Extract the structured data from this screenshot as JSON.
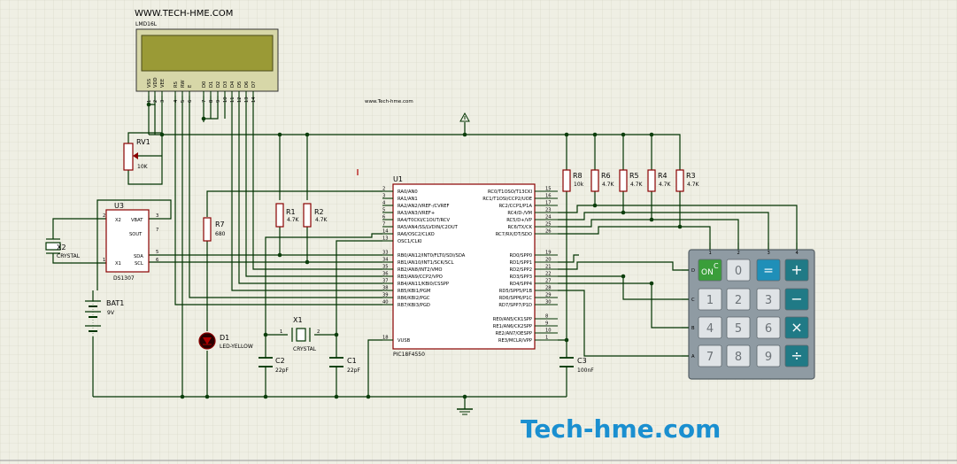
{
  "header": {
    "site": "WWW.TECH-HME.COM",
    "mid_url": "www.Tech-hme.com",
    "brand": "Tech-hme.com"
  },
  "lcd": {
    "ref": "LMD16L",
    "pins": [
      "VSS",
      "VDD",
      "VEE",
      "RS",
      "RW",
      "E",
      "D0",
      "D1",
      "D2",
      "D3",
      "D4",
      "D5",
      "D6",
      "D7"
    ],
    "pin_nums": [
      "1",
      "2",
      "3",
      "4",
      "5",
      "6",
      "7",
      "8",
      "9",
      "10",
      "11",
      "12",
      "13",
      "14"
    ]
  },
  "rv1": {
    "ref": "RV1",
    "value": "10K"
  },
  "u3": {
    "ref": "U3",
    "part": "DS1307",
    "pins": [
      "X2",
      "VBAT",
      "SOUT",
      "SDA",
      "X1",
      "SCL"
    ],
    "pin_nums": [
      "2",
      "3",
      "7",
      "5",
      "1",
      "6"
    ]
  },
  "x2": {
    "ref": "X2",
    "value": "CRYSTAL"
  },
  "bat1": {
    "ref": "BAT1",
    "value": "9V"
  },
  "r7": {
    "ref": "R7",
    "value": "680"
  },
  "d1": {
    "ref": "D1",
    "value": "LED-YELLOW"
  },
  "r1": {
    "ref": "R1",
    "value": "4.7K"
  },
  "r2": {
    "ref": "R2",
    "value": "4.7K"
  },
  "u1": {
    "ref": "U1",
    "part": "PIC18F4550",
    "left": [
      {
        "n": "2",
        "l": "RA0/AN0"
      },
      {
        "n": "3",
        "l": "RA1/AN1"
      },
      {
        "n": "4",
        "l": "RA2/AN2/VREF-/CVREF"
      },
      {
        "n": "5",
        "l": "RA3/AN3/VREF+"
      },
      {
        "n": "6",
        "l": "RA4/T0CKI/C1OUT/RCV"
      },
      {
        "n": "7",
        "l": "RA5/AN4/SS/LVDIN/C2OUT"
      },
      {
        "n": "14",
        "l": "RA6/OSC2/CLKO"
      },
      {
        "n": "13",
        "l": "OSC1/CLKI"
      },
      {
        "n": "33",
        "l": "RB0/AN12/INT0/FLT0/SDI/SDA"
      },
      {
        "n": "34",
        "l": "RB1/AN10/INT1/SCK/SCL"
      },
      {
        "n": "35",
        "l": "RB2/AN8/INT2/VMO"
      },
      {
        "n": "36",
        "l": "RB3/AN9/CCP2/VPO"
      },
      {
        "n": "37",
        "l": "RB4/AN11/KBI0/CSSPP"
      },
      {
        "n": "38",
        "l": "RB5/KBI1/PGM"
      },
      {
        "n": "39",
        "l": "RB6/KBI2/PGC"
      },
      {
        "n": "40",
        "l": "RB7/KBI3/PGD"
      },
      {
        "n": "18",
        "l": "VUSB"
      }
    ],
    "right": [
      {
        "n": "15",
        "l": "RC0/T1OSO/T13CKI"
      },
      {
        "n": "16",
        "l": "RC1/T1OSI/CCP2/UOE"
      },
      {
        "n": "17",
        "l": "RC2/CCP1/P1A"
      },
      {
        "n": "23",
        "l": "RC4/D-/VM"
      },
      {
        "n": "24",
        "l": "RC5/D+/VP"
      },
      {
        "n": "25",
        "l": "RC6/TX/CK"
      },
      {
        "n": "26",
        "l": "RC7/RX/DT/SDO"
      },
      {
        "n": "19",
        "l": "RD0/SPP0"
      },
      {
        "n": "20",
        "l": "RD1/SPP1"
      },
      {
        "n": "21",
        "l": "RD2/SPP2"
      },
      {
        "n": "22",
        "l": "RD3/SPP3"
      },
      {
        "n": "27",
        "l": "RD4/SPP4"
      },
      {
        "n": "28",
        "l": "RD5/SPP5/P1B"
      },
      {
        "n": "29",
        "l": "RD6/SPP6/P1C"
      },
      {
        "n": "30",
        "l": "RD7/SPP7/P1D"
      },
      {
        "n": "8",
        "l": "RE0/AN5/CK1SPP"
      },
      {
        "n": "9",
        "l": "RE1/AN6/CK2SPP"
      },
      {
        "n": "10",
        "l": "RE2/AN7/OESPP"
      },
      {
        "n": "1",
        "l": "RE3/MCLR/VPP"
      }
    ]
  },
  "resistors_top": [
    {
      "ref": "R8",
      "value": "10k"
    },
    {
      "ref": "R6",
      "value": "4.7K"
    },
    {
      "ref": "R5",
      "value": "4.7K"
    },
    {
      "ref": "R4",
      "value": "4.7K"
    },
    {
      "ref": "R3",
      "value": "4.7K"
    }
  ],
  "x1": {
    "ref": "X1",
    "value": "CRYSTAL",
    "pin1": "1",
    "pin2": "2"
  },
  "c2": {
    "ref": "C2",
    "value": "22pF"
  },
  "c1": {
    "ref": "C1",
    "value": "22pF"
  },
  "c3": {
    "ref": "C3",
    "value": "100nF"
  },
  "keypad": {
    "cols": [
      "1",
      "2",
      "3",
      "4"
    ],
    "rows": [
      "D",
      "C",
      "B",
      "A"
    ],
    "keys": [
      [
        "ON/C",
        "0",
        "=",
        "+"
      ],
      [
        "1",
        "2",
        "3",
        "−"
      ],
      [
        "4",
        "5",
        "6",
        "×"
      ],
      [
        "7",
        "8",
        "9",
        "÷"
      ]
    ],
    "on_label": "ON",
    "c_label": "C"
  },
  "colors": {
    "wire": "#003300",
    "body": "#8a0000",
    "brand": "#1a8fd0",
    "lcd_screen": "#9a9a36",
    "keypad": "#8f9ba3",
    "blue_key": "#1f8fb8",
    "teal_key": "#207a86"
  }
}
